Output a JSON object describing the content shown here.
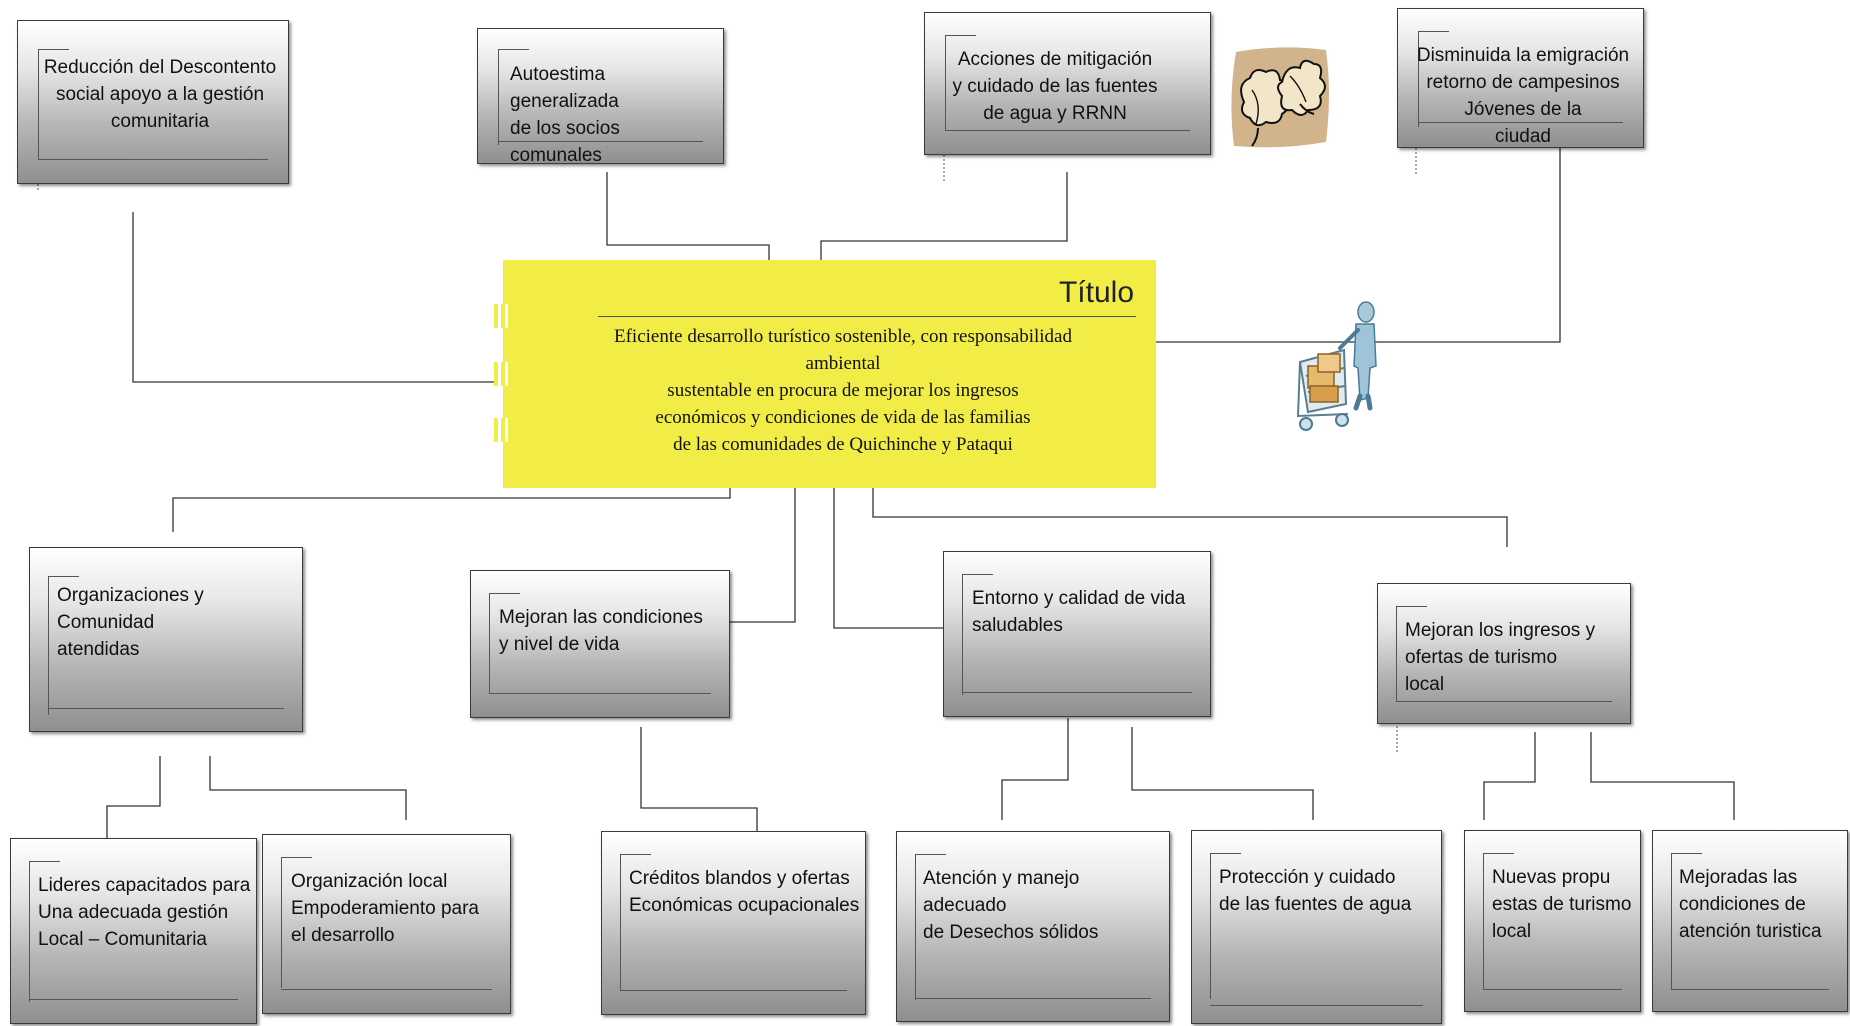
{
  "title": {
    "label": "Título",
    "body": "Eficiente desarrollo turístico  sostenible,   con responsabilidad ambiental\nsustentable  en procura de  mejorar los  ingresos\neconómicos  y condiciones de vida de las familias\nde las comunidades de Quichinche y Pataqui"
  },
  "top_boxes": [
    {
      "text": "Reducción del Descontento\nsocial apoyo a la gestión\ncomunitaria"
    },
    {
      "text": "Autoestima generalizada\nde los socios comunales"
    },
    {
      "text": "Acciones de mitigación\ny cuidado  de las fuentes\nde agua y RRNN"
    },
    {
      "text": "Disminuida la emigración\nretorno de campesinos\nJóvenes de la\nciudad"
    }
  ],
  "mid_boxes": [
    {
      "text": "Organizaciones y Comunidad\natendidas"
    },
    {
      "text": "Mejoran las condiciones\ny nivel de vida"
    },
    {
      "text": "Entorno y calidad de vida\nsaludables"
    },
    {
      "text": "Mejoran los ingresos y\nofertas de turismo\nlocal"
    }
  ],
  "bottom_boxes": [
    {
      "text": "Lideres capacitados para\nUna adecuada gestión\nLocal – Comunitaria"
    },
    {
      "text": "Organización local\nEmpoderamiento para\n el desarrollo"
    },
    {
      "text": "Créditos blandos y ofertas\nEconómicas ocupacionales"
    },
    {
      "text": "Atención y  manejo adecuado\n de Desechos sólidos"
    },
    {
      "text": "Protección y cuidado\n de las fuentes de agua"
    },
    {
      "text": "Nuevas propu\nestas de turismo\n local"
    },
    {
      "text": "Mejoradas las\ncondiciones de\natención turistica"
    }
  ],
  "icons": [
    "leaves-icon",
    "shopping-cart-person-icon"
  ],
  "colors": {
    "title_fill": "#f1ed46",
    "box_dark": "#8f8f8f",
    "line": "#333333"
  }
}
